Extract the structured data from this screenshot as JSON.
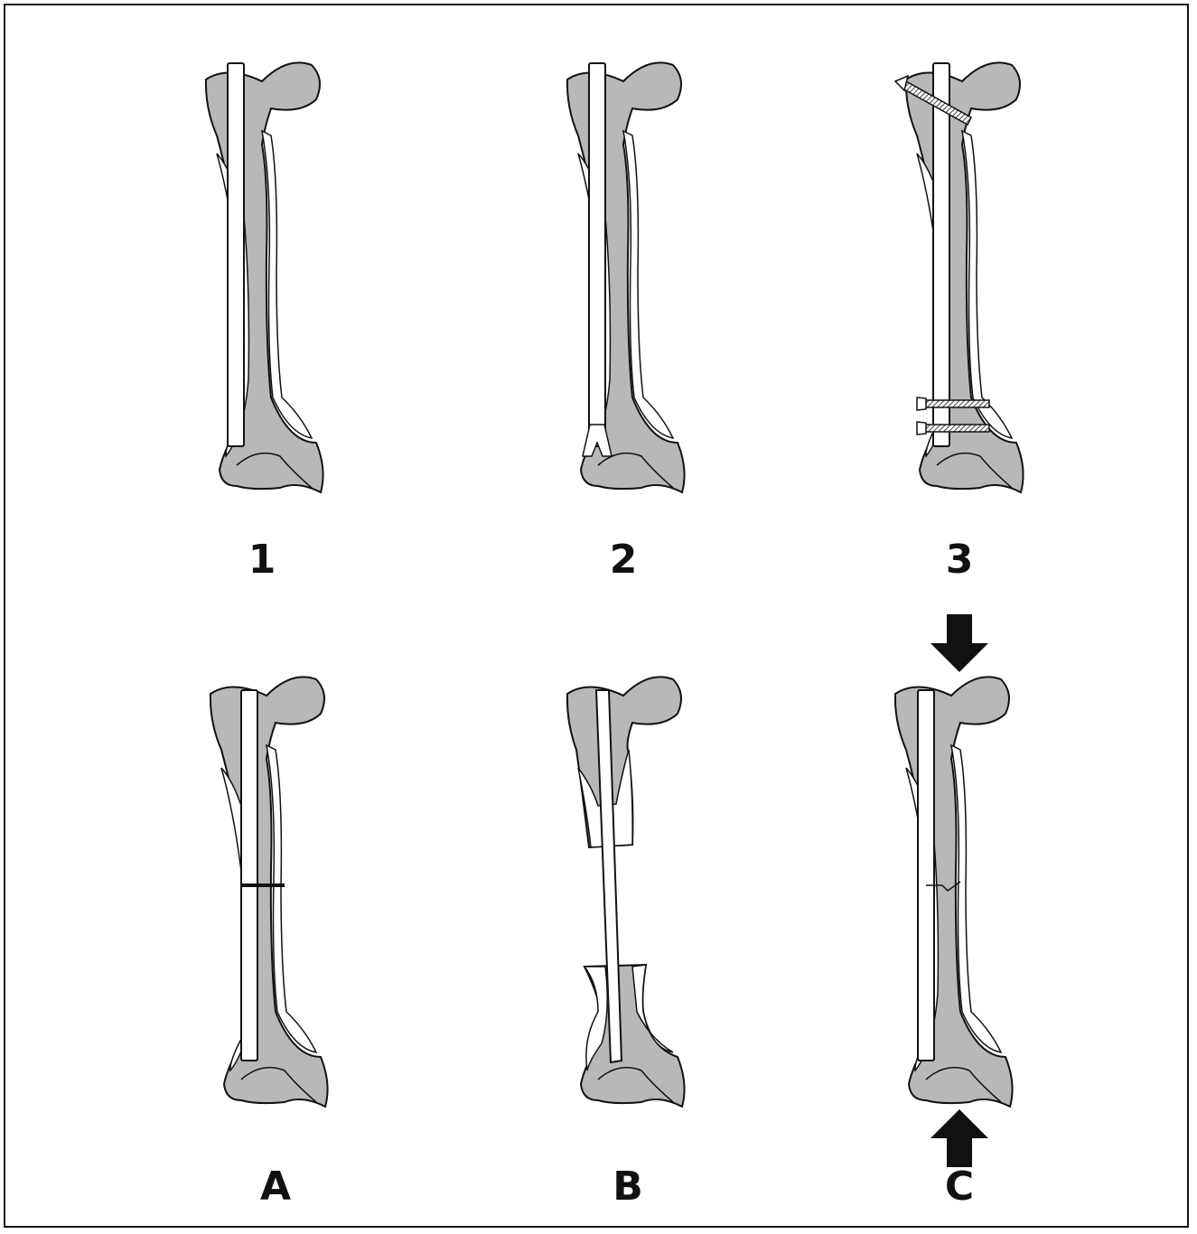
{
  "colors": {
    "bone_fill": "#b8b8b8",
    "bone_outline": "#111111",
    "nail_fill": "#ffffff",
    "cortex_fill": "#ffffff",
    "arrow_fill": "#111111",
    "frame": "#111111"
  },
  "panels": [
    {
      "label": "1",
      "variant": "nail"
    },
    {
      "label": "2",
      "variant": "nail-split"
    },
    {
      "label": "3",
      "variant": "locked-screws"
    },
    {
      "label": "A",
      "variant": "transverse-fracture"
    },
    {
      "label": "B",
      "variant": "segmental-defect"
    },
    {
      "label": "C",
      "variant": "axial-compression"
    }
  ],
  "icons": {
    "compression_arrow_top": "arrow-down-icon",
    "compression_arrow_bottom": "arrow-up-icon"
  }
}
